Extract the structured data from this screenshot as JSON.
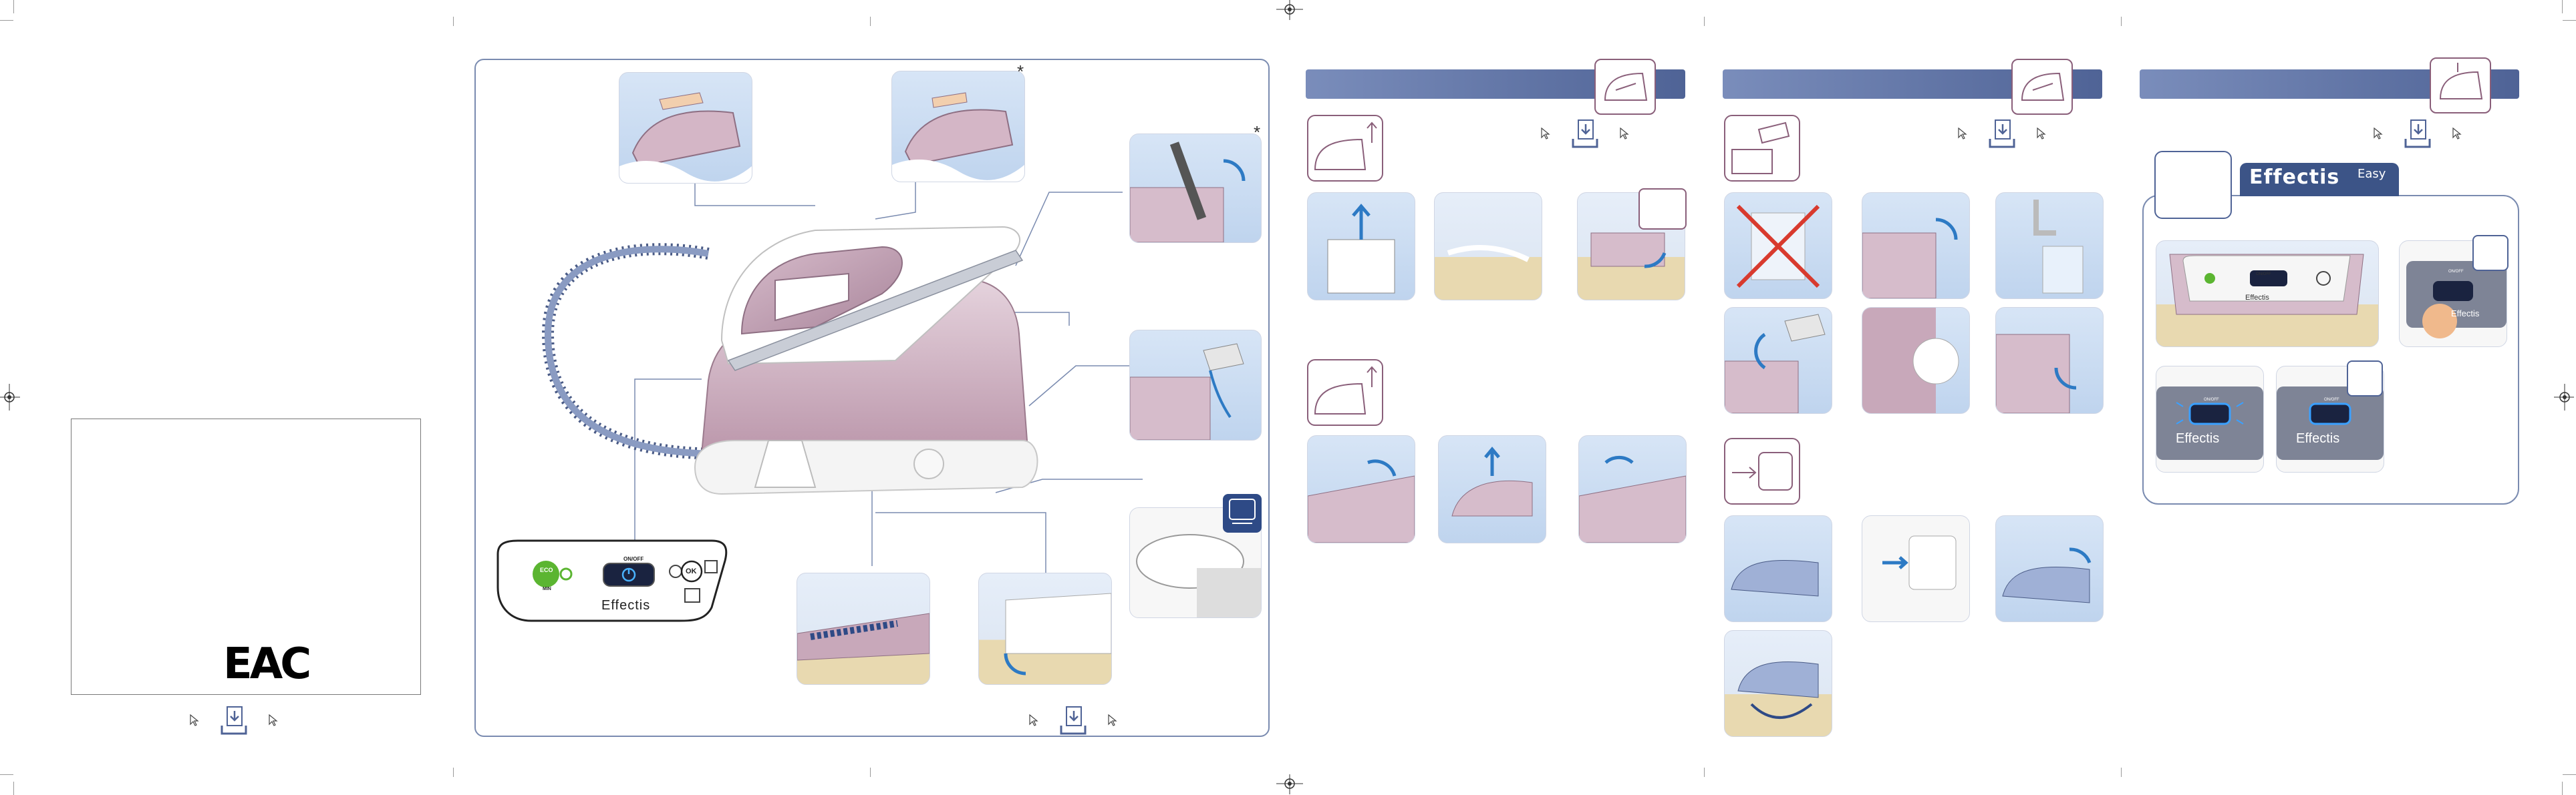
{
  "document": {
    "certification_mark": "EAC",
    "asterisk_1": "*",
    "asterisk_2": "*",
    "brand": "Effectis",
    "brand_panel": {
      "name": "Effectis",
      "suffix": "Easy"
    },
    "control_panel": {
      "onoff_label": "ON/OFF",
      "ok_label": "OK",
      "eco_label": "ECO",
      "min_label": "MIN",
      "brand": "Effectis"
    },
    "small_panel_onoff": "ON/OFF"
  },
  "colors": {
    "accent_blue": "#4f6396",
    "frame_blue": "#7a8bb0",
    "iron_mauve": "#c7a6b9",
    "icon_border": "#8a5f7a",
    "eco_green": "#5bb531"
  },
  "icons": {
    "nav_left": "cursor-arrow-icon",
    "nav_doc": "download-document-icon",
    "nav_right": "cursor-arrow-icon"
  }
}
